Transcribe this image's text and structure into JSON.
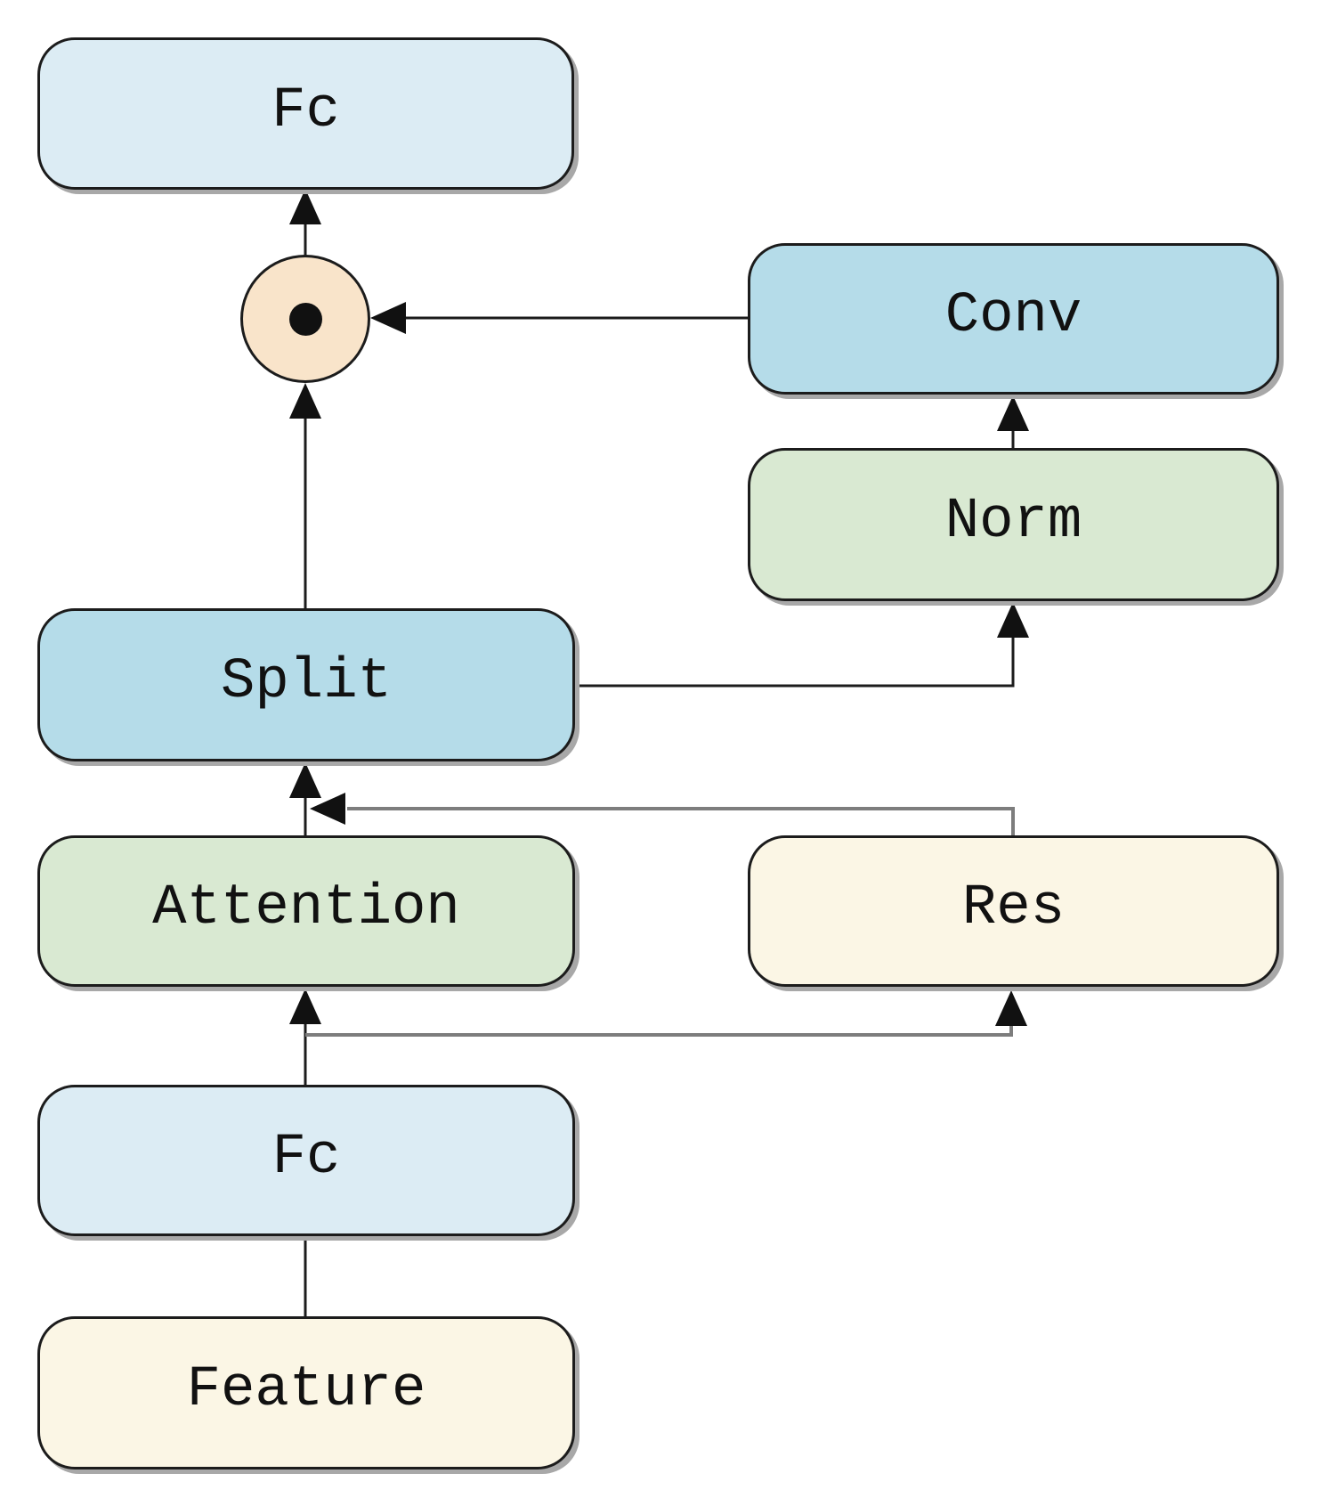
{
  "diagram": {
    "type": "flowchart",
    "description": "Neural network block diagram: Feature goes through Fc, Attention, Split; Split feeds Norm then Conv; Conv output is element-wise multiplied with Split output before the final Fc; Res is a residual branch from the Fc output merged back before Split.",
    "nodes": [
      {
        "id": "fc_top",
        "label": "Fc",
        "type": "box",
        "color": "#dcecf4"
      },
      {
        "id": "conv",
        "label": "Conv",
        "type": "box",
        "color": "#b5dce9"
      },
      {
        "id": "norm",
        "label": "Norm",
        "type": "box",
        "color": "#d9e9d2"
      },
      {
        "id": "split",
        "label": "Split",
        "type": "box",
        "color": "#b5dce9"
      },
      {
        "id": "attention",
        "label": "Attention",
        "type": "box",
        "color": "#d9e9d2"
      },
      {
        "id": "res",
        "label": "Res",
        "type": "box",
        "color": "#fbf6e5"
      },
      {
        "id": "fc_bottom",
        "label": "Fc",
        "type": "box",
        "color": "#dcecf4"
      },
      {
        "id": "feature",
        "label": "Feature",
        "type": "box",
        "color": "#fbf6e5"
      },
      {
        "id": "multiply",
        "label": "⊙",
        "type": "operator",
        "color": "#f9e4ca"
      }
    ],
    "edges": [
      {
        "from": "feature",
        "to": "fc_bottom",
        "style": "plain-line"
      },
      {
        "from": "fc_bottom",
        "to": "attention",
        "style": "arrow"
      },
      {
        "from": "fc_bottom",
        "to": "res",
        "style": "arrow-gray-branch"
      },
      {
        "from": "attention",
        "to": "split",
        "style": "arrow"
      },
      {
        "from": "res",
        "to": "split",
        "style": "arrow-gray-merge"
      },
      {
        "from": "split",
        "to": "multiply",
        "style": "arrow"
      },
      {
        "from": "split",
        "to": "norm",
        "style": "arrow-elbow"
      },
      {
        "from": "norm",
        "to": "conv",
        "style": "arrow"
      },
      {
        "from": "conv",
        "to": "multiply",
        "style": "arrow"
      },
      {
        "from": "multiply",
        "to": "fc_top",
        "style": "arrow"
      }
    ],
    "colors": {
      "line_black": "#1c1c1c",
      "line_gray": "#7d7d7d",
      "arrow_fill": "#111111",
      "border": "#1c1c1c",
      "background": "#ffffff"
    }
  }
}
